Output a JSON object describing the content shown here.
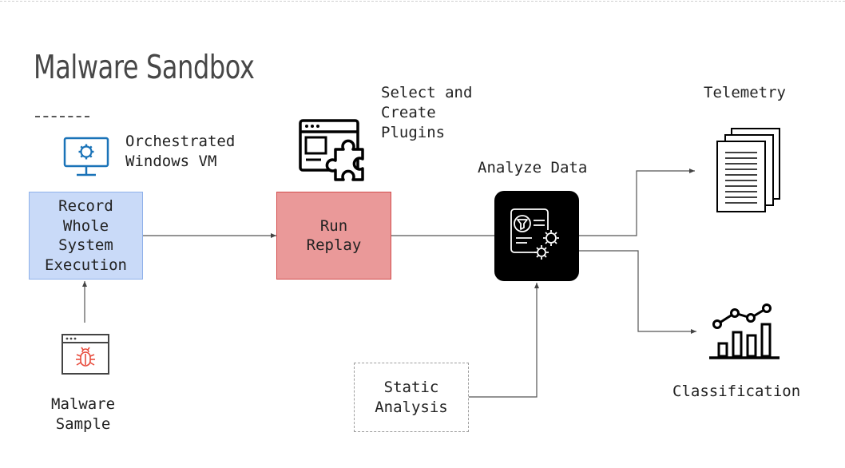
{
  "title": "Malware Sandbox",
  "labels": {
    "vm": "Orchestrated\nWindows VM",
    "plugins": "Select and\nCreate\nPlugins",
    "analyze": "Analyze Data",
    "telemetry": "Telemetry",
    "classification": "Classification",
    "malware": "Malware\nSample"
  },
  "boxes": {
    "record": "Record\nWhole\nSystem\nExecution",
    "replay": "Run\nReplay",
    "static": "Static\nAnalysis"
  },
  "icons": [
    "monitor-gear-icon",
    "window-puzzle-icon",
    "data-analysis-gear-icon",
    "documents-stack-icon",
    "bar-line-chart-icon",
    "bug-window-icon"
  ],
  "colors": {
    "record_fill": "#c9daf8",
    "replay_fill": "#ea9999",
    "analyze_fill": "#000000",
    "icon_blue": "#1a73b8",
    "bug_red": "#e84c3d"
  }
}
